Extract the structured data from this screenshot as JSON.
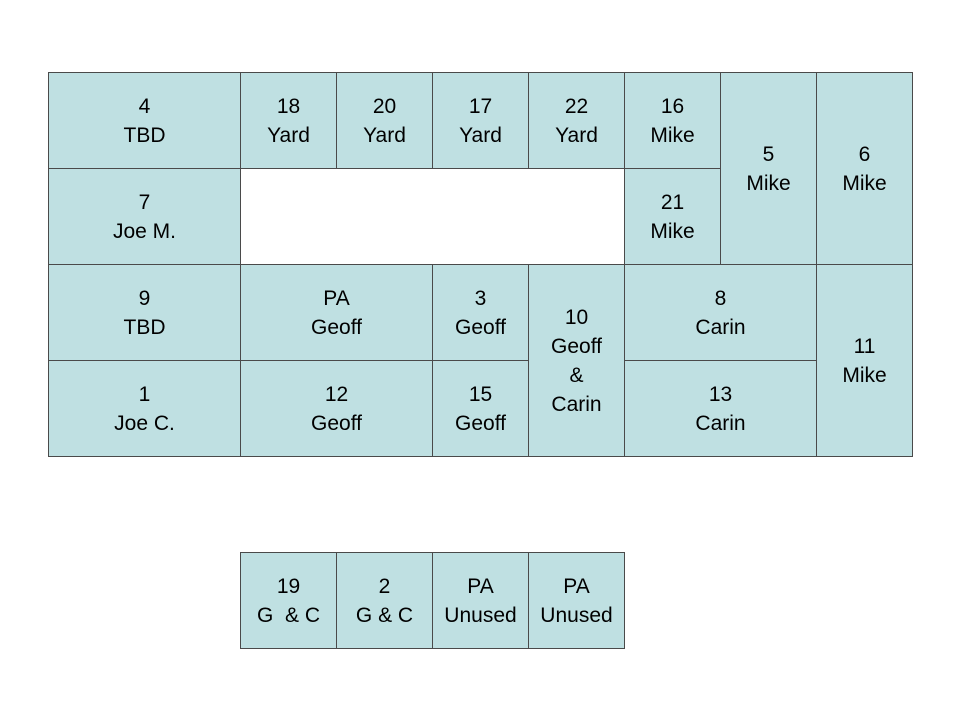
{
  "plots": [
    {
      "lines": [
        "4",
        "TBD"
      ]
    },
    {
      "lines": [
        "18",
        "Yard"
      ]
    },
    {
      "lines": [
        "20",
        "Yard"
      ]
    },
    {
      "lines": [
        "17",
        "Yard"
      ]
    },
    {
      "lines": [
        "22",
        "Yard"
      ]
    },
    {
      "lines": [
        "16",
        "Mike"
      ]
    },
    {
      "lines": [
        "5",
        "Mike"
      ]
    },
    {
      "lines": [
        "6",
        "Mike"
      ]
    },
    {
      "lines": [
        "7",
        "Joe M."
      ]
    },
    {
      "lines": [
        "21",
        "Mike"
      ]
    },
    {
      "lines": [
        "9",
        "TBD"
      ]
    },
    {
      "lines": [
        "PA",
        "Geoff"
      ]
    },
    {
      "lines": [
        "3",
        "Geoff"
      ]
    },
    {
      "lines": [
        "10",
        "Geoff",
        "&",
        "Carin"
      ]
    },
    {
      "lines": [
        "8",
        "Carin"
      ]
    },
    {
      "lines": [
        "11",
        "Mike"
      ]
    },
    {
      "lines": [
        "1",
        "Joe C."
      ]
    },
    {
      "lines": [
        "12",
        "Geoff"
      ]
    },
    {
      "lines": [
        "15",
        "Geoff"
      ]
    },
    {
      "lines": [
        "13",
        "Carin"
      ]
    },
    {
      "lines": [
        "19",
        "G  & C"
      ]
    },
    {
      "lines": [
        "2",
        "G & C"
      ]
    },
    {
      "lines": [
        "PA",
        "Unused"
      ]
    },
    {
      "lines": [
        "PA",
        "Unused"
      ]
    }
  ]
}
